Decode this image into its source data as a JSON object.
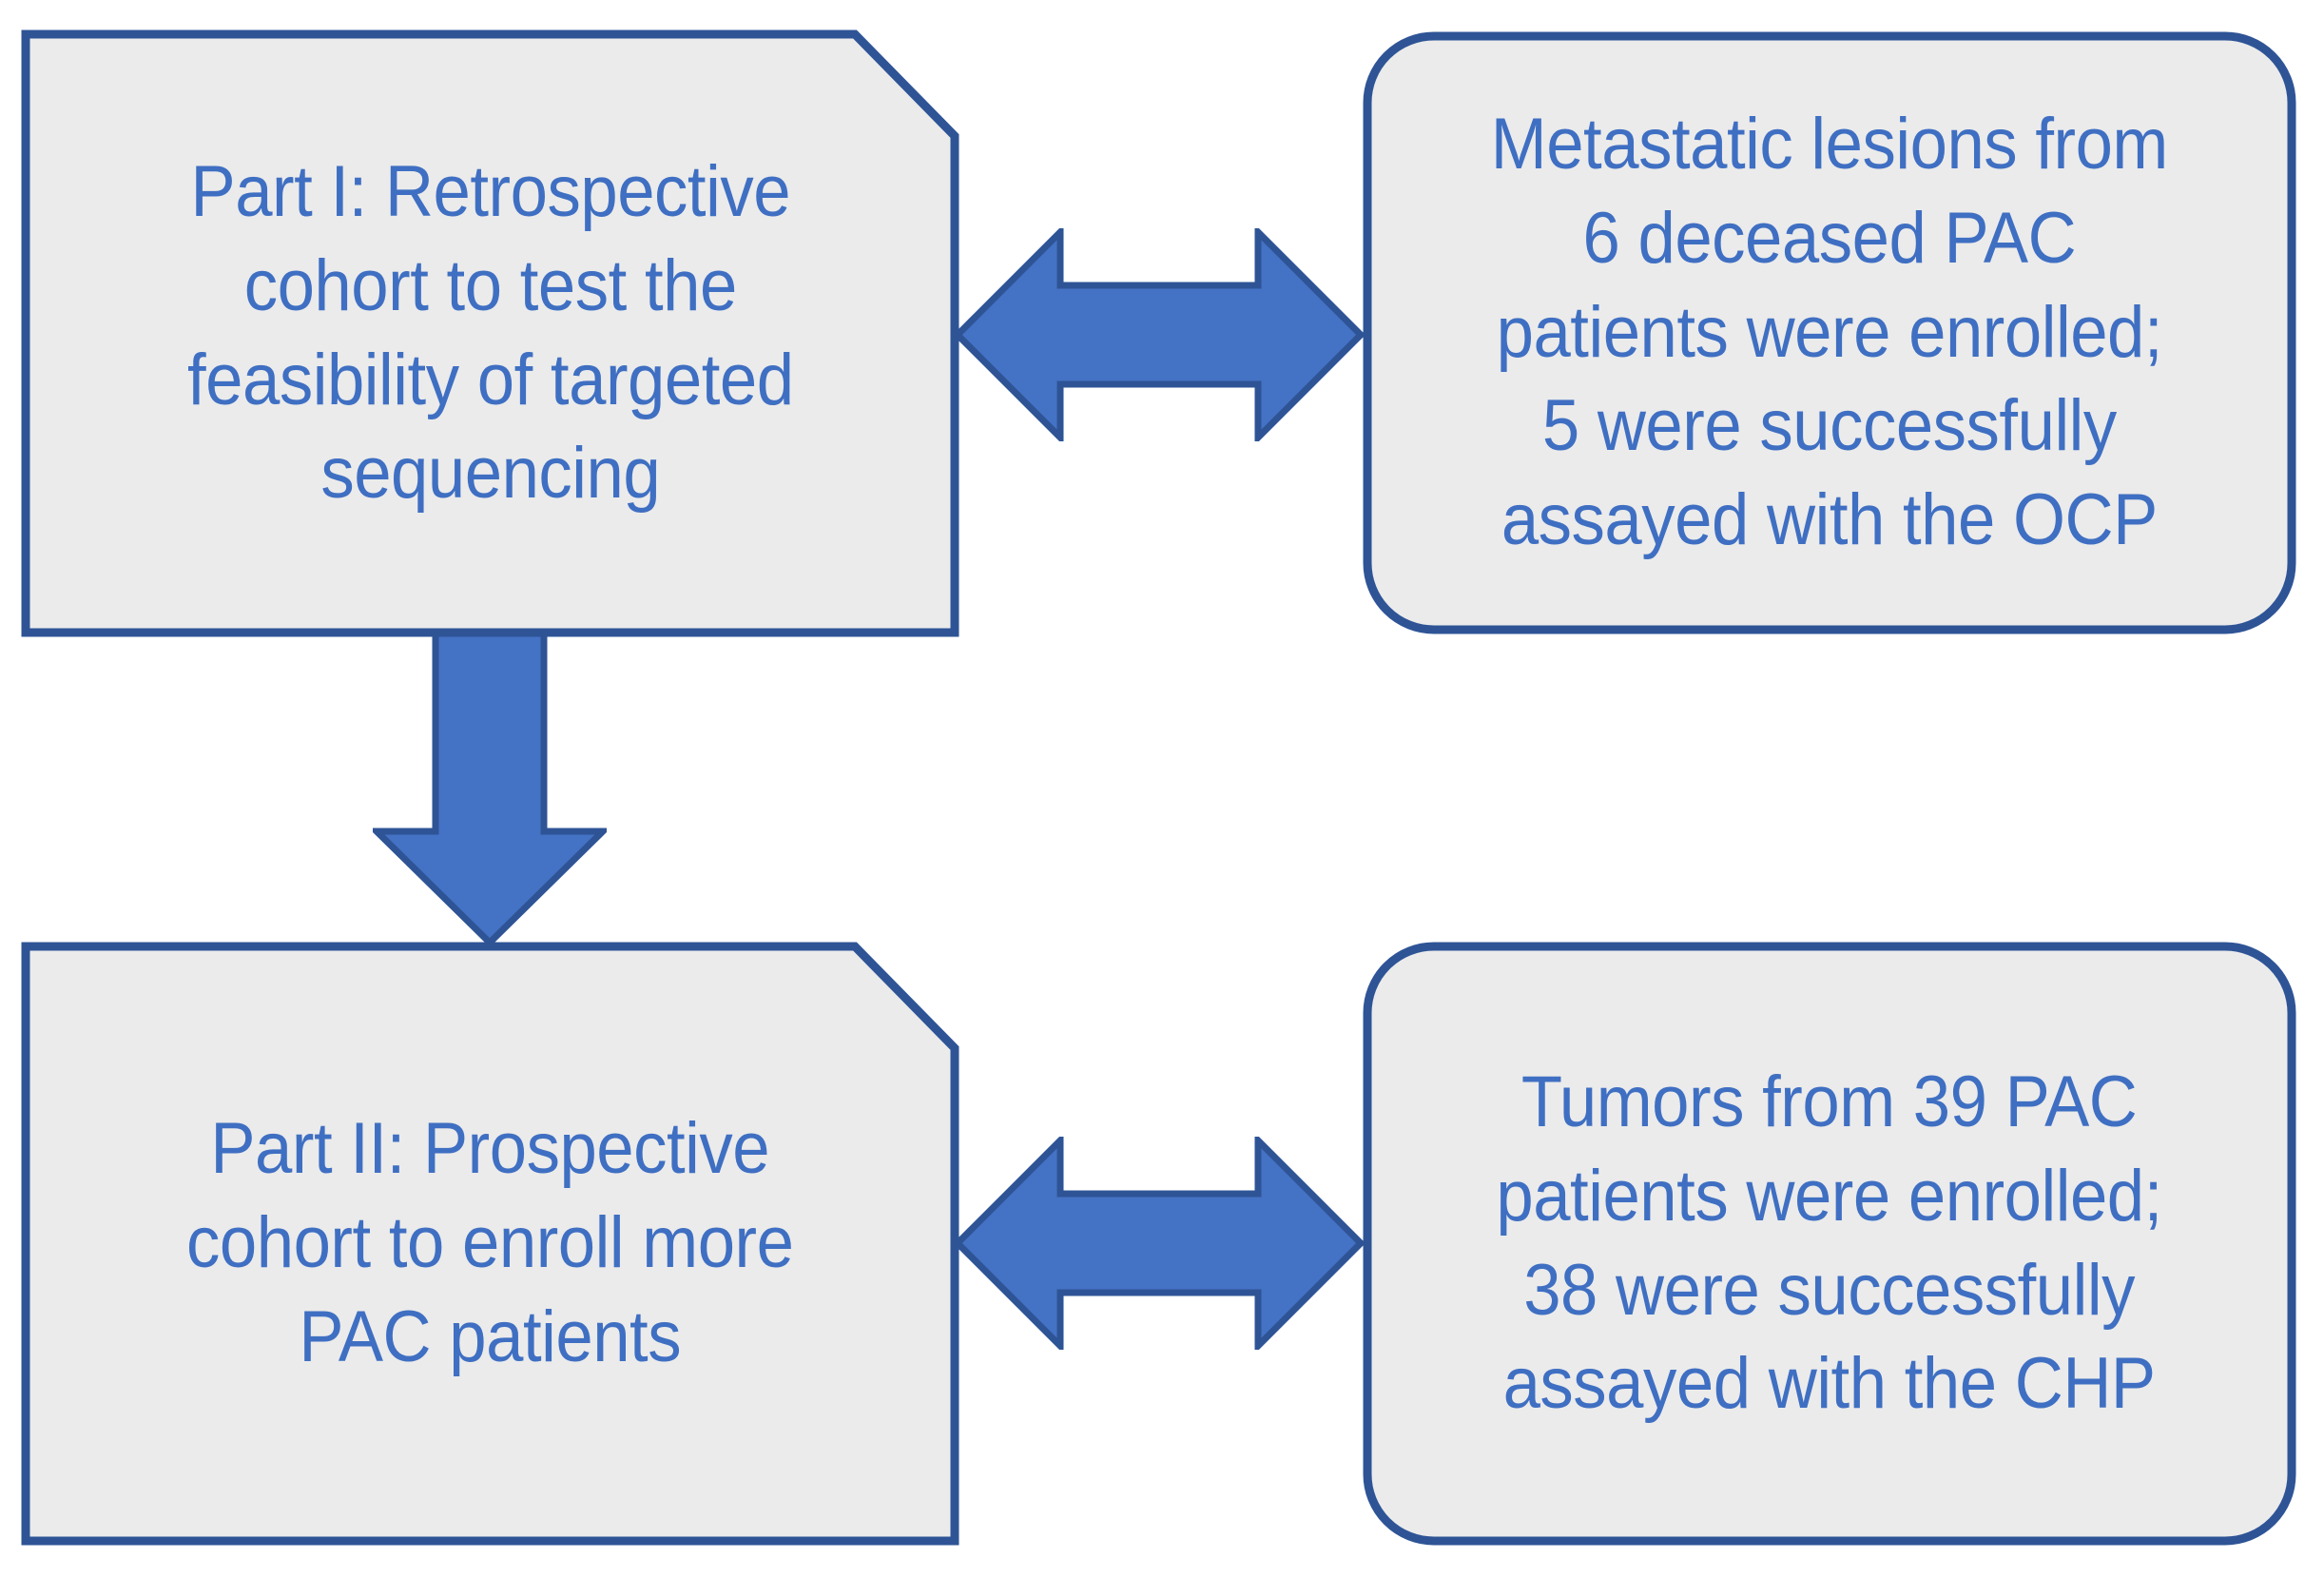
{
  "diagram": {
    "title": "Two-part study design flow diagram",
    "type": "flowchart",
    "background_color": "#FFFFFF",
    "colors": {
      "node_fill": "#EBEBEB",
      "node_border": "#2E5496",
      "arrow_fill": "#4472C4",
      "arrow_border": "#2E5496",
      "text": "#3F6FC2"
    }
  },
  "nodes": {
    "part1": {
      "id": "part1",
      "shape": "snip-single-corner-rectangle",
      "text": "Part I: Retrospective\ncohort to test the\nfeasibility of targeted\nsequencing"
    },
    "result1": {
      "id": "result1",
      "shape": "rounded-rectangle",
      "text": "Metastatic lesions from\n6 deceased PAC\npatients were enrolled;\n5 were successfully\nassayed with the OCP"
    },
    "part2": {
      "id": "part2",
      "shape": "snip-single-corner-rectangle",
      "text": "Part II: Prospective\ncohort to enroll more\nPAC patients"
    },
    "result2": {
      "id": "result2",
      "shape": "rounded-rectangle",
      "text": "Tumors from 39 PAC\npatients were enrolled;\n38 were successfully\nassayed with the CHP"
    }
  },
  "connectors": [
    {
      "id": "arrow-h-top",
      "icon": "double-headed-horizontal-arrow",
      "from": "part1",
      "to": "result1",
      "direction": "bidirectional-horizontal"
    },
    {
      "id": "arrow-v-down",
      "icon": "down-arrow",
      "from": "part1",
      "to": "part2",
      "direction": "down"
    },
    {
      "id": "arrow-h-bottom",
      "icon": "double-headed-horizontal-arrow",
      "from": "part2",
      "to": "result2",
      "direction": "bidirectional-horizontal"
    }
  ]
}
